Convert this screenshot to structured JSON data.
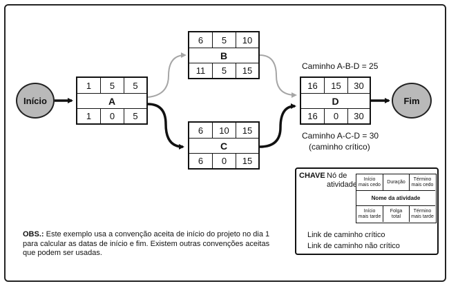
{
  "start_label": "Início",
  "end_label": "Fim",
  "nodes": {
    "A": {
      "es": "1",
      "dur": "5",
      "ef": "5",
      "name": "A",
      "ls": "1",
      "slack": "0",
      "lf": "5"
    },
    "B": {
      "es": "6",
      "dur": "5",
      "ef": "10",
      "name": "B",
      "ls": "11",
      "slack": "5",
      "lf": "15"
    },
    "C": {
      "es": "6",
      "dur": "10",
      "ef": "15",
      "name": "C",
      "ls": "6",
      "slack": "0",
      "lf": "15"
    },
    "D": {
      "es": "16",
      "dur": "15",
      "ef": "30",
      "name": "D",
      "ls": "16",
      "slack": "0",
      "lf": "30"
    }
  },
  "path_labels": {
    "abd": "Caminho A-B-D = 25",
    "acd": "Caminho A-C-D = 30",
    "acd_note": "(caminho crítico)"
  },
  "legend": {
    "title": "CHAVE",
    "node_label_1": "Nó de",
    "node_label_2": "atividade",
    "es_1": "Início",
    "es_2": "mais cedo",
    "dur": "Duração",
    "ef_1": "Término",
    "ef_2": "mais cedo",
    "name": "Nome da atividade",
    "ls_1": "Início",
    "ls_2": "mais tarde",
    "slack_1": "Folga",
    "slack_2": "total",
    "lf_1": "Término",
    "lf_2": "mais tarde",
    "critical_link": "Link de caminho crítico",
    "noncritical_link": "Link de caminho não crítico"
  },
  "colors": {
    "critical": "#111111",
    "noncritical": "#a6a6a6",
    "circle_fill": "#b9b9b9"
  },
  "obs": {
    "label": "OBS.:",
    "text": " Este exemplo usa a convenção aceita de início do projeto no dia 1 para calcular as datas de início e fim. Existem outras convenções aceitas que podem ser usadas."
  }
}
